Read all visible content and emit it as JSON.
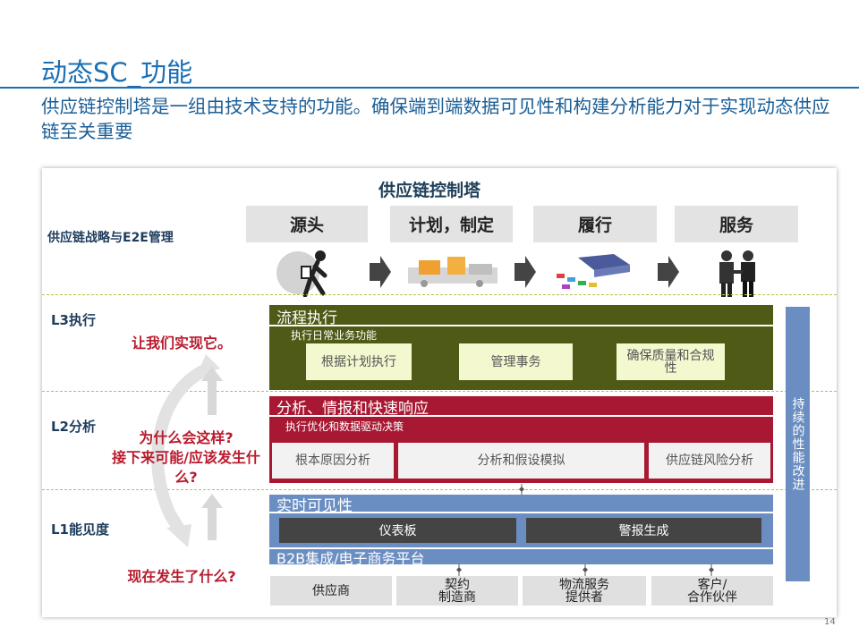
{
  "header": {
    "title": "动态SC_功能",
    "subtitle": "供应链控制塔是一组由技术支持的功能。确保端到端数据可见性和构建分析能力对于实现动态供应链至关重要"
  },
  "tower": {
    "title": "供应链控制塔",
    "strategy_label": "供应链战略与E2E管理",
    "stages": [
      "源头",
      "计划，制定",
      "履行",
      "服务"
    ]
  },
  "levels": {
    "l3": "L3执行",
    "l2": "L2分析",
    "l1": "L1能见度"
  },
  "questions": {
    "l3": "让我们实现它。",
    "l2": "为什么会这样?\n接下来可能/应该发生什么?",
    "l1": "现在发生了什么?"
  },
  "l3_band": {
    "title": "流程执行",
    "subtitle": "执行日常业务功能",
    "boxes": [
      "根据计划执行",
      "管理事务",
      "确保质量和合规性"
    ]
  },
  "l2_band": {
    "title": "分析、情报和快速响应",
    "subtitle": "执行优化和数据驱动决策",
    "boxes": [
      "根本原因分析",
      "分析和假设模拟",
      "供应链风险分析"
    ]
  },
  "l1_band": {
    "title": "实时可见性",
    "boxes": [
      "仪表板",
      "警报生成"
    ],
    "b2b": "B2B集成/电子商务平台"
  },
  "side_bar": "持续的性能改进",
  "partners": [
    "供应商",
    "契约\n制造商",
    "物流服务\n提供者",
    "客户/\n合作伙伴"
  ],
  "page_number": "14",
  "colors": {
    "accent": "#1a6fb5",
    "l3_green": "#4e5a16",
    "l2_red": "#a81832",
    "l1_blue": "#6b8ec2",
    "question_red": "#b81c2e"
  }
}
